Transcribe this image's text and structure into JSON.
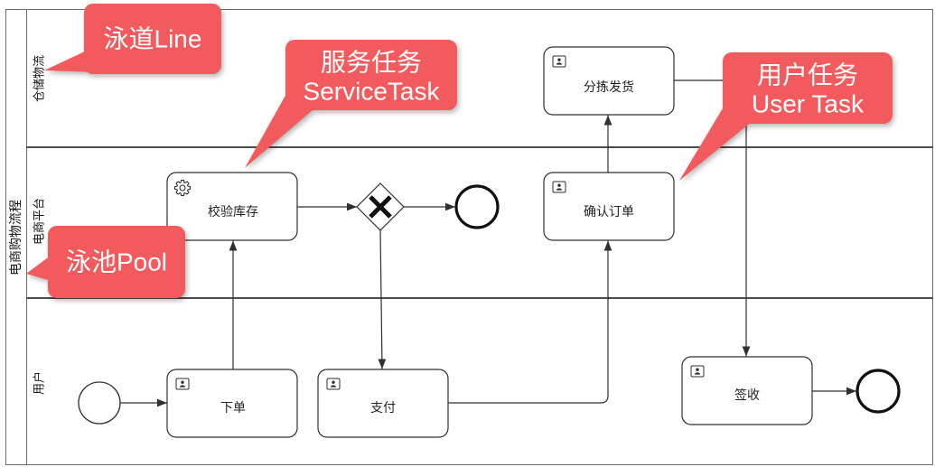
{
  "pool": {
    "label": "电商购物流程"
  },
  "lanes": [
    {
      "label": "仓储物流"
    },
    {
      "label": "电商平台"
    },
    {
      "label": "用户"
    }
  ],
  "tasks": {
    "sort_and_ship": {
      "label": "分拣发货",
      "icon": "user-task-icon"
    },
    "check_inventory": {
      "label": "校验库存",
      "icon": "gear-icon"
    },
    "confirm_order": {
      "label": "确认订单",
      "icon": "user-task-icon"
    },
    "place_order": {
      "label": "下单",
      "icon": "user-task-icon"
    },
    "pay": {
      "label": "支付",
      "icon": "user-task-icon"
    },
    "sign_for": {
      "label": "签收",
      "icon": "user-task-icon"
    }
  },
  "gateway": {
    "icon": "exclusive-gateway-x-icon"
  },
  "callouts": {
    "lane": {
      "text": "泳道Line"
    },
    "service_task": {
      "line1": "服务任务",
      "line2": "ServiceTask"
    },
    "user_task": {
      "line1": "用户任务",
      "line2": "User Task"
    },
    "pool": {
      "text": "泳池Pool"
    }
  },
  "colors": {
    "callout_fill": "#f25a5d",
    "callout_text": "#ffffff",
    "diagram_stroke": "#2f2f2f",
    "background": "#ffffff"
  }
}
